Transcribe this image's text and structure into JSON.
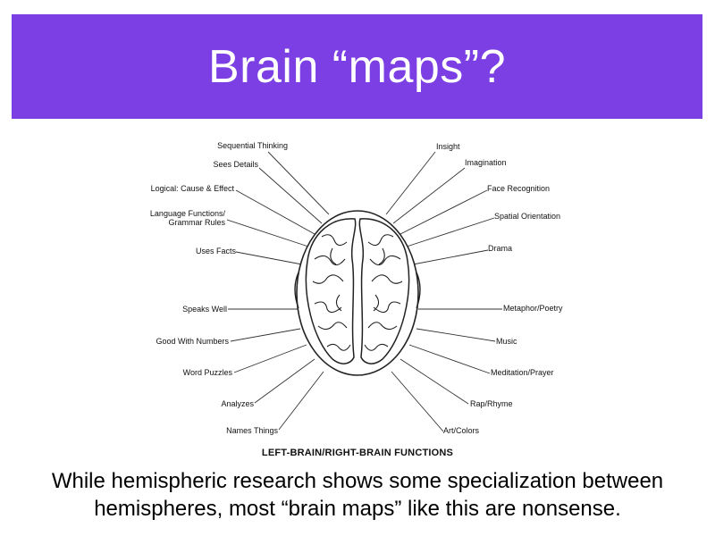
{
  "slide": {
    "title": "Brain “maps”?",
    "caption": "While hemispheric research shows some specialization between hemispheres, most “brain maps” like this are nonsense.",
    "accent_color": "#7b3fe4"
  },
  "diagram": {
    "title": "LEFT-BRAIN/RIGHT-BRAIN FUNCTIONS",
    "left_labels": [
      "Sequential Thinking",
      "Sees Details",
      "Logical: Cause & Effect",
      "Language Functions/ Grammar Rules",
      "Uses Facts",
      "Speaks Well",
      "Good With Numbers",
      "Word Puzzles",
      "Analyzes",
      "Names Things"
    ],
    "right_labels": [
      "Insight",
      "Imagination",
      "Face Recognition",
      "Spatial Orientation",
      "Drama",
      "Metaphor/Poetry",
      "Music",
      "Meditation/Prayer",
      "Rap/Rhyme",
      "Art/Colors"
    ]
  }
}
